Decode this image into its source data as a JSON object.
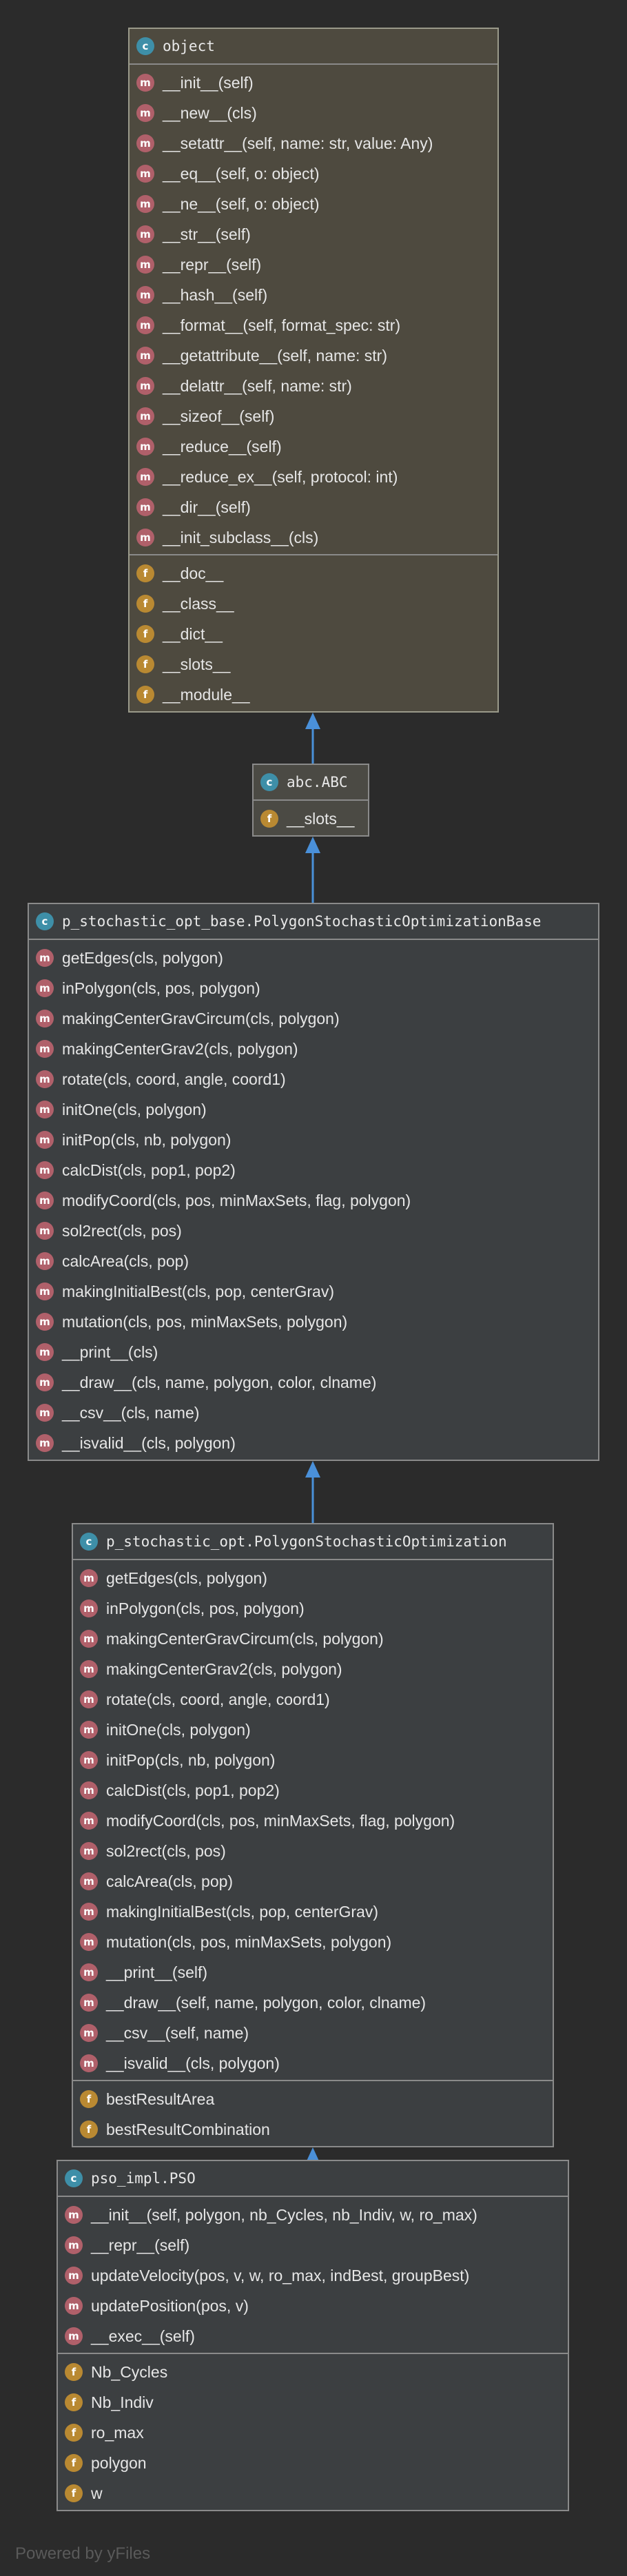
{
  "classes": [
    {
      "name": "object",
      "methods": [
        "__init__(self)",
        "__new__(cls)",
        "__setattr__(self, name: str, value: Any)",
        "__eq__(self, o: object)",
        "__ne__(self, o: object)",
        "__str__(self)",
        "__repr__(self)",
        "__hash__(self)",
        "__format__(self, format_spec: str)",
        "__getattribute__(self, name: str)",
        "__delattr__(self, name: str)",
        "__sizeof__(self)",
        "__reduce__(self)",
        "__reduce_ex__(self, protocol: int)",
        "__dir__(self)",
        "__init_subclass__(cls)"
      ],
      "fields": [
        "__doc__",
        "__class__",
        "__dict__",
        "__slots__",
        "__module__"
      ]
    },
    {
      "name": "abc.ABC",
      "methods": [],
      "fields": [
        "__slots__"
      ]
    },
    {
      "name": "p_stochastic_opt_base.PolygonStochasticOptimizationBase",
      "methods": [
        "getEdges(cls, polygon)",
        "inPolygon(cls, pos, polygon)",
        "makingCenterGravCircum(cls, polygon)",
        "makingCenterGrav2(cls, polygon)",
        "rotate(cls, coord, angle, coord1)",
        "initOne(cls, polygon)",
        "initPop(cls, nb, polygon)",
        "calcDist(cls, pop1, pop2)",
        "modifyCoord(cls, pos, minMaxSets, flag, polygon)",
        "sol2rect(cls, pos)",
        "calcArea(cls, pop)",
        "makingInitialBest(cls, pop, centerGrav)",
        "mutation(cls, pos, minMaxSets, polygon)",
        "__print__(cls)",
        "__draw__(cls, name, polygon, color, clname)",
        "__csv__(cls, name)",
        "__isvalid__(cls, polygon)"
      ],
      "fields": []
    },
    {
      "name": "p_stochastic_opt.PolygonStochasticOptimization",
      "methods": [
        "getEdges(cls, polygon)",
        "inPolygon(cls, pos, polygon)",
        "makingCenterGravCircum(cls, polygon)",
        "makingCenterGrav2(cls, polygon)",
        "rotate(cls, coord, angle, coord1)",
        "initOne(cls, polygon)",
        "initPop(cls, nb, polygon)",
        "calcDist(cls, pop1, pop2)",
        "modifyCoord(cls, pos, minMaxSets, flag, polygon)",
        "sol2rect(cls, pos)",
        "calcArea(cls, pop)",
        "makingInitialBest(cls, pop, centerGrav)",
        "mutation(cls, pos, minMaxSets, polygon)",
        "__print__(self)",
        "__draw__(self, name, polygon, color, clname)",
        "__csv__(self, name)",
        "__isvalid__(cls, polygon)"
      ],
      "fields": [
        "bestResultArea",
        "bestResultCombination"
      ]
    },
    {
      "name": "pso_impl.PSO",
      "methods": [
        "__init__(self, polygon, nb_Cycles, nb_Indiv, w, ro_max)",
        "__repr__(self)",
        "updateVelocity(pos, v, w, ro_max, indBest, groupBest)",
        "updatePosition(pos, v)",
        "__exec__(self)"
      ],
      "fields": [
        "Nb_Cycles",
        "Nb_Indiv",
        "ro_max",
        "polygon",
        "w"
      ]
    }
  ],
  "icons": {
    "class": "c",
    "method": "m",
    "field": "f"
  },
  "colors": {
    "edge": "#4a90d9",
    "class_icon": "#3e8fa8",
    "method_icon": "#b0606a",
    "field_icon": "#b98932"
  },
  "watermark": "Powered by yFiles"
}
